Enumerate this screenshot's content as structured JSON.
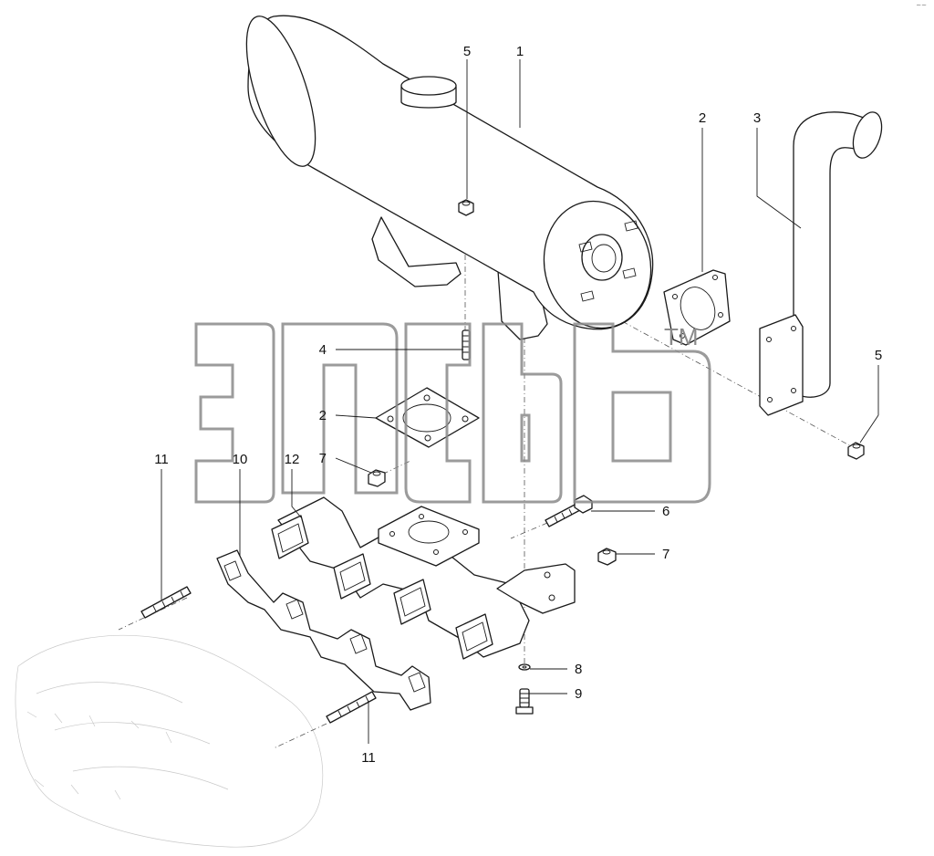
{
  "watermark": {
    "trademark": "TM"
  },
  "corner_mark": "~~",
  "callouts": [
    {
      "id": "c1",
      "label": "1"
    },
    {
      "id": "c2a",
      "label": "2"
    },
    {
      "id": "c3",
      "label": "3"
    },
    {
      "id": "c5a",
      "label": "5"
    },
    {
      "id": "c4",
      "label": "4"
    },
    {
      "id": "c2b",
      "label": "2"
    },
    {
      "id": "c5b",
      "label": "5"
    },
    {
      "id": "c7a",
      "label": "7"
    },
    {
      "id": "c11a",
      "label": "11"
    },
    {
      "id": "c10",
      "label": "10"
    },
    {
      "id": "c12",
      "label": "12"
    },
    {
      "id": "c6",
      "label": "6"
    },
    {
      "id": "c7b",
      "label": "7"
    },
    {
      "id": "c8",
      "label": "8"
    },
    {
      "id": "c9",
      "label": "9"
    },
    {
      "id": "c11b",
      "label": "11"
    }
  ]
}
